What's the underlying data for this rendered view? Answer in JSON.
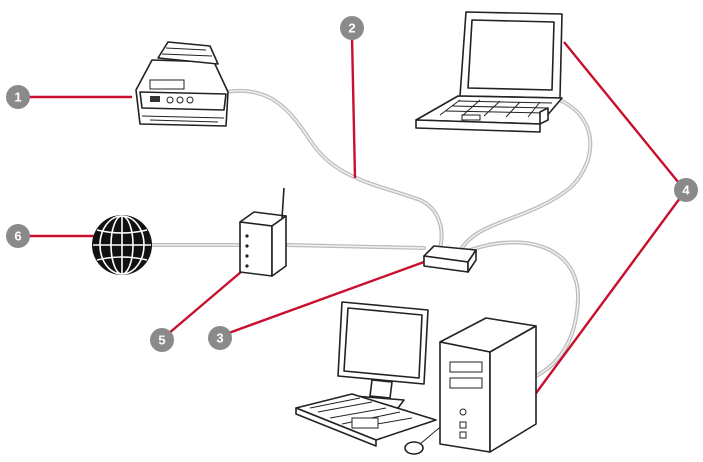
{
  "callouts": [
    {
      "id": "1",
      "label": "1"
    },
    {
      "id": "2",
      "label": "2"
    },
    {
      "id": "3",
      "label": "3"
    },
    {
      "id": "4",
      "label": "4"
    },
    {
      "id": "5",
      "label": "5"
    },
    {
      "id": "6",
      "label": "6"
    }
  ],
  "colors": {
    "leader": "#c8102e",
    "callout_fill": "#8a8a8a",
    "cable": "#bdbdbd",
    "outline": "#222222"
  }
}
